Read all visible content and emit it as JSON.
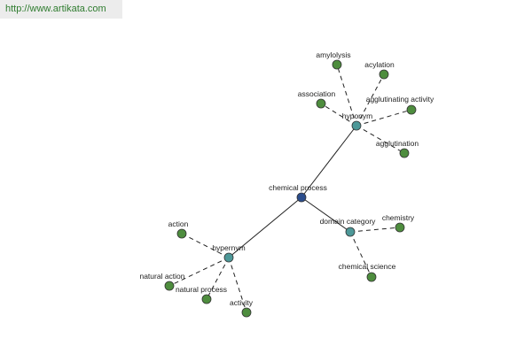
{
  "header": {
    "url": "http://www.artikata.com"
  },
  "colors": {
    "root": "#2b4d8c",
    "relation": "#4d9898",
    "leaf": "#4e8d3e",
    "url_bar": "#ececec",
    "url_text": "#2f7c2f"
  },
  "graph": {
    "nodes": [
      {
        "id": "root",
        "label": "chemical process",
        "kind": "root"
      },
      {
        "id": "hyponym",
        "label": "hyponym",
        "kind": "relation"
      },
      {
        "id": "domain",
        "label": "domain category",
        "kind": "relation"
      },
      {
        "id": "hypernym",
        "label": "hypernym",
        "kind": "relation"
      },
      {
        "id": "amylolysis",
        "label": "amylolysis",
        "kind": "leaf"
      },
      {
        "id": "acylation",
        "label": "acylation",
        "kind": "leaf"
      },
      {
        "id": "association",
        "label": "association",
        "kind": "leaf"
      },
      {
        "id": "agglutinating",
        "label": "agglutinating activity",
        "kind": "leaf"
      },
      {
        "id": "agglutination",
        "label": "agglutination",
        "kind": "leaf"
      },
      {
        "id": "chemistry",
        "label": "chemistry",
        "kind": "leaf"
      },
      {
        "id": "chemsci",
        "label": "chemical science",
        "kind": "leaf"
      },
      {
        "id": "action",
        "label": "action",
        "kind": "leaf"
      },
      {
        "id": "naturalaction",
        "label": "natural action",
        "kind": "leaf"
      },
      {
        "id": "naturalprocess",
        "label": "natural process",
        "kind": "leaf"
      },
      {
        "id": "activity",
        "label": "activity",
        "kind": "leaf"
      }
    ],
    "edges": [
      {
        "from": "root",
        "to": "hyponym",
        "style": "solid"
      },
      {
        "from": "root",
        "to": "domain",
        "style": "solid"
      },
      {
        "from": "root",
        "to": "hypernym",
        "style": "solid"
      },
      {
        "from": "hyponym",
        "to": "amylolysis",
        "style": "dashed"
      },
      {
        "from": "hyponym",
        "to": "acylation",
        "style": "dashed"
      },
      {
        "from": "hyponym",
        "to": "association",
        "style": "dashed"
      },
      {
        "from": "hyponym",
        "to": "agglutinating",
        "style": "dashed"
      },
      {
        "from": "hyponym",
        "to": "agglutination",
        "style": "dashed"
      },
      {
        "from": "domain",
        "to": "chemistry",
        "style": "dashed"
      },
      {
        "from": "domain",
        "to": "chemsci",
        "style": "dashed"
      },
      {
        "from": "hypernym",
        "to": "action",
        "style": "dashed"
      },
      {
        "from": "hypernym",
        "to": "naturalaction",
        "style": "dashed"
      },
      {
        "from": "hypernym",
        "to": "naturalprocess",
        "style": "dashed"
      },
      {
        "from": "hypernym",
        "to": "activity",
        "style": "dashed"
      }
    ]
  }
}
